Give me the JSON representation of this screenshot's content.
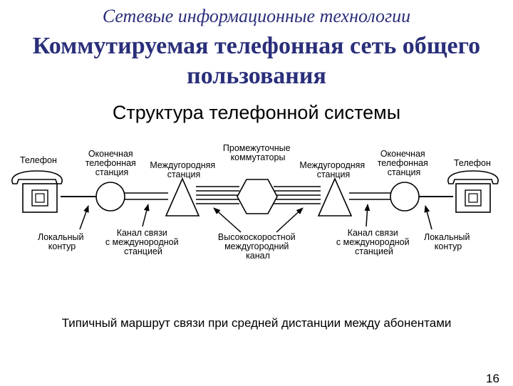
{
  "header": {
    "course": "Сетевые информационные технологии",
    "title_line1": "Коммутируемая телефонная сеть общего",
    "title_line2": "пользования",
    "subtitle": "Структура телефонной системы"
  },
  "diagram": {
    "labels": {
      "phone_left": [
        "Телефон"
      ],
      "end_office_left": [
        "Оконечная",
        "телефонная",
        "станция"
      ],
      "toll_office_left": [
        "Междугородняя",
        "станция"
      ],
      "intermediate_switches": [
        "Промежуточные",
        "коммутаторы"
      ],
      "toll_office_right": [
        "Междугородняя",
        "станция"
      ],
      "end_office_right": [
        "Оконечная",
        "телефонная",
        "станция"
      ],
      "phone_right": [
        "Телефон"
      ],
      "local_loop_left": [
        "Локальный",
        "контур"
      ],
      "toll_trunk_left": [
        "Канал связи",
        "с междунородной",
        "станцией"
      ],
      "high_bandwidth_trunk": [
        "Высокоскоростной",
        "междугородний",
        "канал"
      ],
      "toll_trunk_right": [
        "Канал связи",
        "с междунородной",
        "станцией"
      ],
      "local_loop_right": [
        "Локальный",
        "контур"
      ]
    }
  },
  "caption": "Типичный маршрут связи при средней дистанции между абонентами",
  "page_number": "16"
}
